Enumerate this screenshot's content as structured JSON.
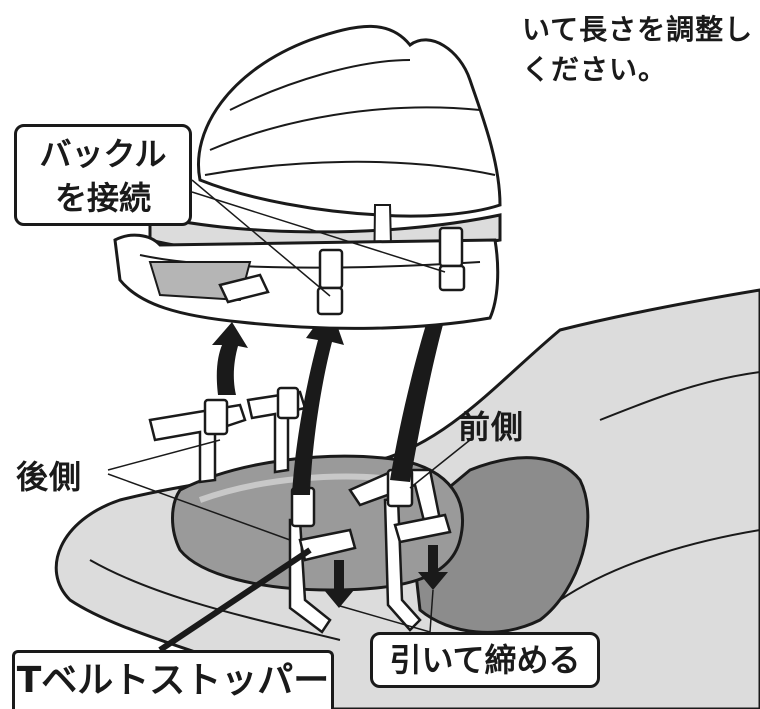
{
  "instruction": {
    "line1": "いて長さを調整し",
    "line2": "ください。"
  },
  "callouts": {
    "buckle_line1": "バックル",
    "buckle_line2": "を接続",
    "rear": "後側",
    "front": "前側",
    "pull_tighten": "引いて締める",
    "t_belt_stopper": "Tベルトストッパー"
  },
  "colors": {
    "outline": "#1a1a1a",
    "bag_fill": "#ffffff",
    "seat_dark": "#8c8c8c",
    "seat_mid": "#b5b5b5",
    "body_light": "#dcdcdc"
  }
}
